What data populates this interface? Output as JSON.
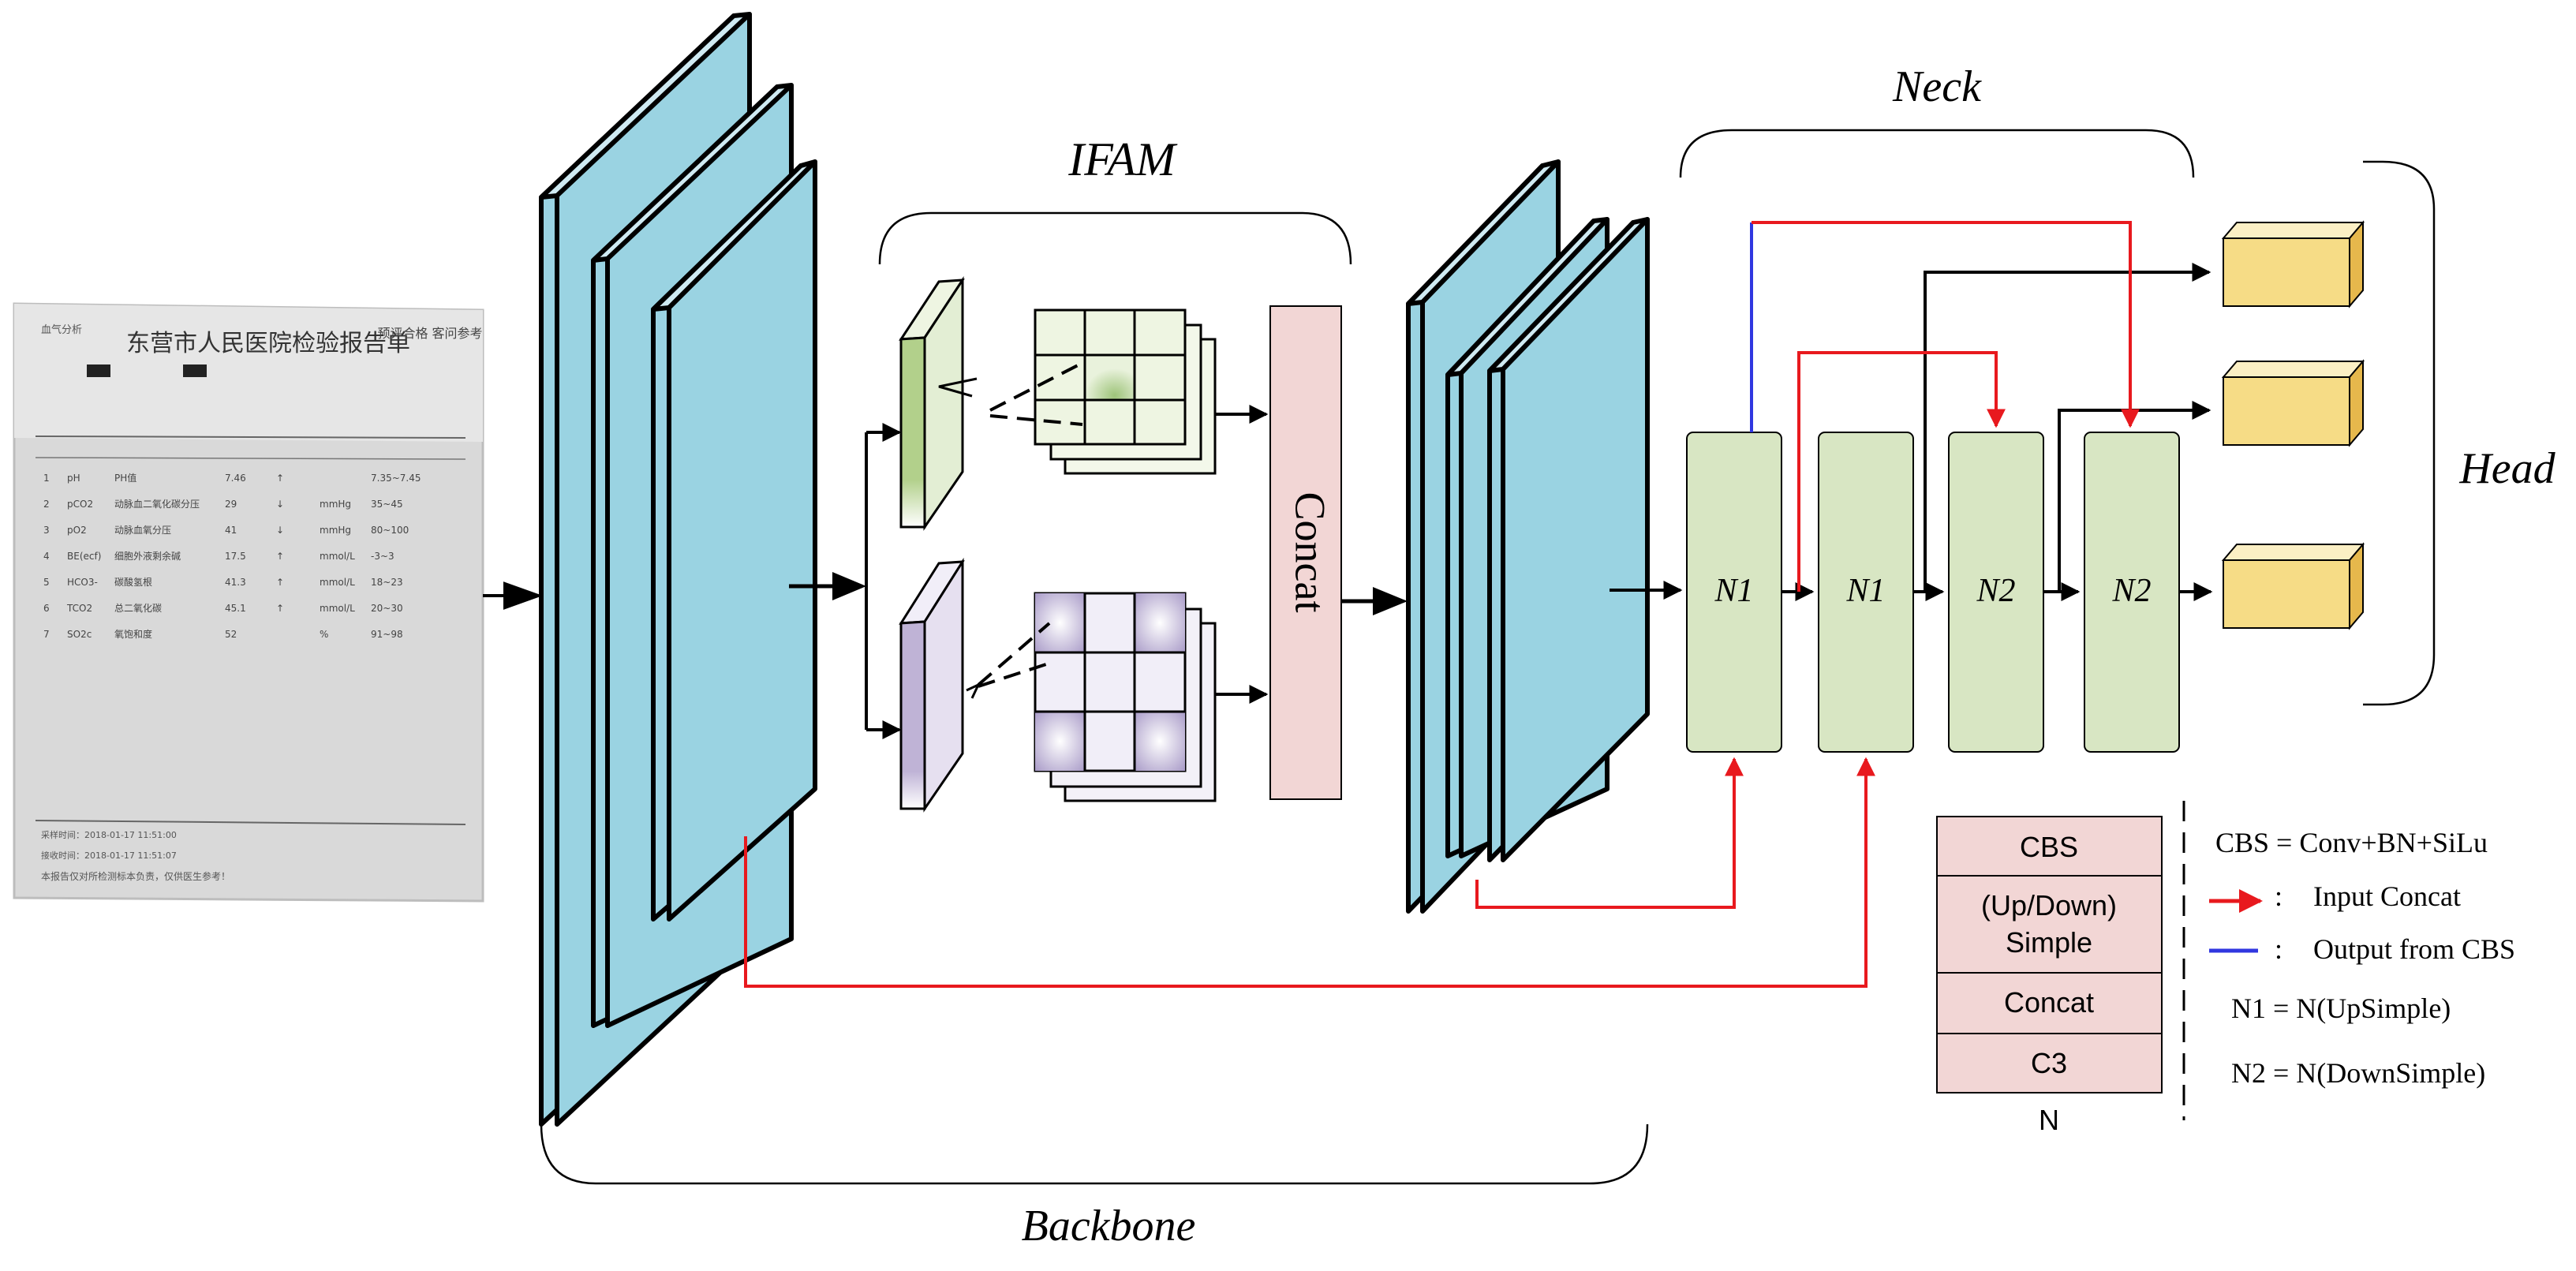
{
  "labels": {
    "ifam": "IFAM",
    "neck": "Neck",
    "head": "Head",
    "backbone": "Backbone",
    "concat": "Concat"
  },
  "nodes": {
    "n1a": "N1",
    "n1b": "N1",
    "n2a": "N2",
    "n2b": "N2"
  },
  "legend": {
    "stack": [
      "CBS",
      "(Up/Down)",
      "Simple",
      "Concat",
      "C3"
    ],
    "stack_caption": "N",
    "cbs_def": "CBS = Conv+BN+SiLu",
    "input_concat": "Input Concat",
    "output_cbs": "Output from CBS",
    "n1_def": "N1 = N(UpSimple)",
    "n2_def": "N2 = N(DownSimple)"
  },
  "report": {
    "title": "东营市人民医院检验报告单",
    "header_right": "预评合格  客问参考",
    "rows": [
      [
        "1",
        "pH",
        "PH值",
        "7.46",
        "↑",
        "",
        "7.35~7.45"
      ],
      [
        "2",
        "pCO2",
        "动脉血二氧化碳分压",
        "29",
        "↓",
        "mmHg",
        "35~45"
      ],
      [
        "3",
        "pO2",
        "动脉血氧分压",
        "41",
        "↓",
        "mmHg",
        "80~100"
      ],
      [
        "4",
        "BE(ecf)",
        "细胞外液剩余碱",
        "17.5",
        "↑",
        "mmol/L",
        "-3~3"
      ],
      [
        "5",
        "HCO3-",
        "碳酸氢根",
        "41.3",
        "↑",
        "mmol/L",
        "18~23"
      ],
      [
        "6",
        "TCO2",
        "总二氧化碳",
        "45.1",
        "↑",
        "mmol/L",
        "20~30"
      ],
      [
        "7",
        "SO2c",
        "氧饱和度",
        "52",
        "",
        "%",
        "91~98"
      ]
    ],
    "footer_note": "本报告仅对所检测标本负责，仅供医生参考！"
  },
  "colors": {
    "cyan_block": "#9ad3e2",
    "green_map": "#b2d08b",
    "purple_map": "#bfb3d6",
    "concat_fill": "#f2d6d5",
    "node_fill": "#d8e6c3",
    "head_box": "#f6dc86",
    "legend_fill": "#f2d6d5",
    "red_arrow": "#e8191e",
    "blue_line": "#3037e0"
  }
}
